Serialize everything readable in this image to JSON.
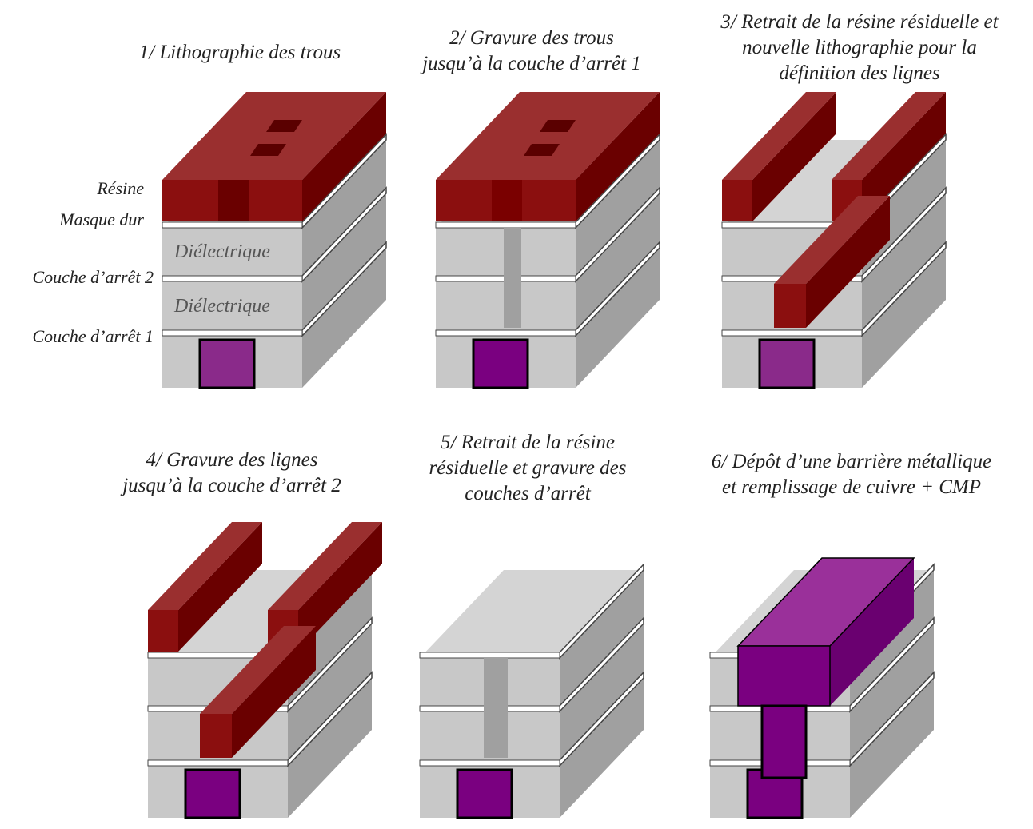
{
  "colors": {
    "resin": "#8b0f0f",
    "resin_top": "#9a2f2f",
    "resin_side": "#6a0000",
    "dielectric": "#c8c8c8",
    "dielectric_side": "#a0a0a0",
    "dielectric_top": "#d4d4d4",
    "layer": "#ffffff",
    "copper": "#8a2a8a",
    "copper_dark": "#7a0080",
    "copper_top": "#9a309a"
  },
  "labels": {
    "resine": "Résine",
    "masque_dur": "Masque dur",
    "dielectrique_1": "Diélectrique",
    "couche_arret_2": "Couche d’arrêt 2",
    "dielectrique_2": "Diélectrique",
    "couche_arret_1": "Couche d’arrêt 1"
  },
  "steps": [
    {
      "id": "step-1",
      "lines": [
        "1/ Lithographie des trous"
      ]
    },
    {
      "id": "step-2",
      "lines": [
        "2/ Gravure des trous",
        "jusqu’à la couche d’arrêt 1"
      ]
    },
    {
      "id": "step-3",
      "lines": [
        "3/ Retrait de la résine résiduelle et",
        "nouvelle lithographie pour la",
        "définition des lignes"
      ]
    },
    {
      "id": "step-4",
      "lines": [
        "4/ Gravure des lignes",
        "jusqu’à la couche d’arrêt 2"
      ]
    },
    {
      "id": "step-5",
      "lines": [
        "5/ Retrait de la résine",
        "résiduelle et gravure des",
        "couches d’arrêt"
      ]
    },
    {
      "id": "step-6",
      "lines": [
        "6/ Dépôt d’une barrière métallique",
        "et remplissage de cuivre + CMP"
      ]
    }
  ]
}
